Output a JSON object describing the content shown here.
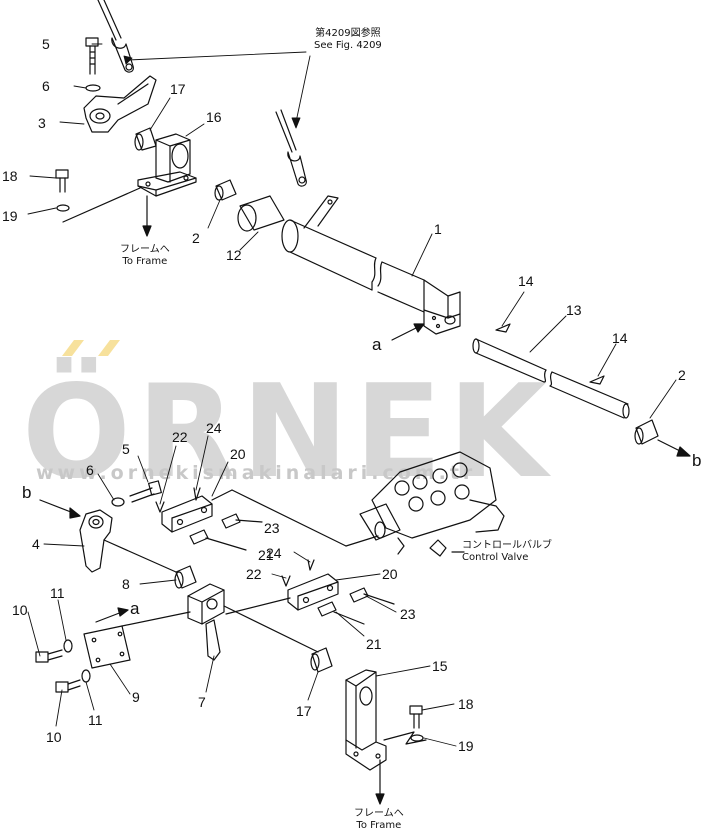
{
  "colors": {
    "line": "#111111",
    "watermark": "#d7d7d7",
    "watermark_accent": "#f2c94c"
  },
  "watermark": {
    "logo": "ÖRNEK",
    "url": "www.ornekismakinalari.com.tr"
  },
  "notes": {
    "see_fig_jp": "第4209図参照",
    "see_fig_en": "See Fig. 4209",
    "to_frame_jp_top": "フレームへ",
    "to_frame_en_top": "To Frame",
    "to_frame_jp_bottom": "フレームへ",
    "to_frame_en_bottom": "To Frame",
    "control_valve_jp": "コントロールバルブ",
    "control_valve_en": "Control Valve"
  },
  "refs": {
    "a": "a",
    "b": "b"
  },
  "callouts": {
    "p1": "1",
    "p2": "2",
    "p3": "3",
    "p4": "4",
    "p5": "5",
    "p6": "6",
    "p7": "7",
    "p8": "8",
    "p9": "9",
    "p10": "10",
    "p11": "11",
    "p12": "12",
    "p13": "13",
    "p14": "14",
    "p15": "15",
    "p16": "16",
    "p17": "17",
    "p18": "18",
    "p19": "19",
    "p20": "20",
    "p21": "21",
    "p22": "22",
    "p23": "23",
    "p24": "24"
  }
}
